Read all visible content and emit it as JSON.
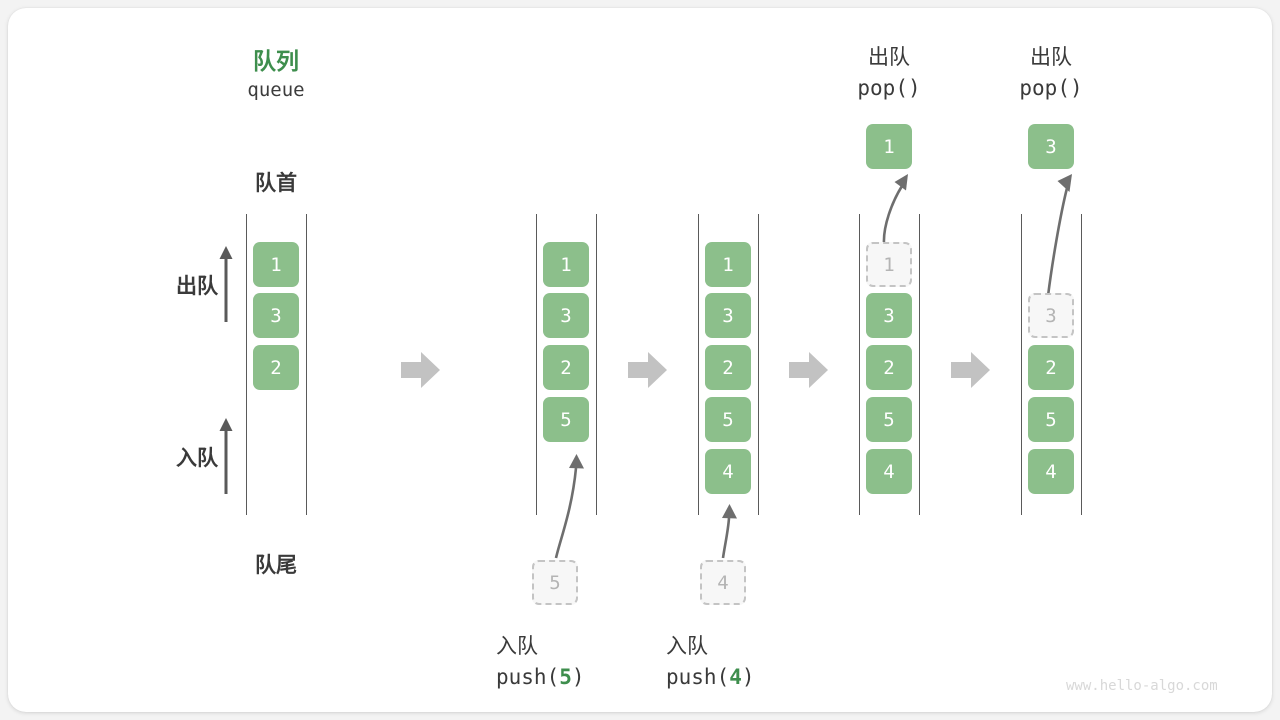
{
  "diagram": {
    "title_cn": "队列",
    "title_en": "queue",
    "head_label": "队首",
    "tail_label": "队尾",
    "dequeue_label": "出队",
    "enqueue_label": "入队",
    "watermark": "www.hello-algo.com",
    "colors": {
      "box_green": "#8cbf8b",
      "title_green": "#3e8e4d",
      "ghost_fill": "#f7f7f7",
      "ghost_border": "#c4c4c4",
      "rail": "#5a5a5a",
      "arrow_gray": "#c2c2c2",
      "curve_arrow": "#6e6e6e",
      "text": "#3a3a3a",
      "watermark": "#d8d8d8",
      "card_bg": "#ffffff",
      "page_bg": "#f3f3f3"
    }
  },
  "columns": [
    {
      "id": "initial",
      "caption_cn": "",
      "caption_code": "",
      "items": [
        {
          "value": "1",
          "state": "filled"
        },
        {
          "value": "3",
          "state": "filled"
        },
        {
          "value": "2",
          "state": "filled"
        }
      ],
      "popped": null,
      "incoming": null
    },
    {
      "id": "push-5",
      "caption_cn": "入队",
      "caption_code_prefix": "push(",
      "caption_code_num": "5",
      "caption_code_suffix": ")",
      "items": [
        {
          "value": "1",
          "state": "filled"
        },
        {
          "value": "3",
          "state": "filled"
        },
        {
          "value": "2",
          "state": "filled"
        },
        {
          "value": "5",
          "state": "filled"
        }
      ],
      "popped": null,
      "incoming": {
        "value": "5",
        "state": "ghost"
      }
    },
    {
      "id": "push-4",
      "caption_cn": "入队",
      "caption_code_prefix": "push(",
      "caption_code_num": "4",
      "caption_code_suffix": ")",
      "items": [
        {
          "value": "1",
          "state": "filled"
        },
        {
          "value": "3",
          "state": "filled"
        },
        {
          "value": "2",
          "state": "filled"
        },
        {
          "value": "5",
          "state": "filled"
        },
        {
          "value": "4",
          "state": "filled"
        }
      ],
      "popped": null,
      "incoming": {
        "value": "4",
        "state": "ghost"
      }
    },
    {
      "id": "pop-1",
      "header_cn": "出队",
      "header_code": "pop()",
      "items": [
        {
          "value": "1",
          "state": "ghost"
        },
        {
          "value": "3",
          "state": "filled"
        },
        {
          "value": "2",
          "state": "filled"
        },
        {
          "value": "5",
          "state": "filled"
        },
        {
          "value": "4",
          "state": "filled"
        }
      ],
      "popped": {
        "value": "1",
        "state": "filled"
      },
      "incoming": null
    },
    {
      "id": "pop-3",
      "header_cn": "出队",
      "header_code": "pop()",
      "items": [
        {
          "value": "",
          "state": "empty"
        },
        {
          "value": "3",
          "state": "ghost"
        },
        {
          "value": "2",
          "state": "filled"
        },
        {
          "value": "5",
          "state": "filled"
        },
        {
          "value": "4",
          "state": "filled"
        }
      ],
      "popped": {
        "value": "3",
        "state": "filled"
      },
      "incoming": null
    }
  ],
  "transition_arrows": [
    {
      "name": "step-arrow-1"
    },
    {
      "name": "step-arrow-2"
    },
    {
      "name": "step-arrow-3"
    },
    {
      "name": "step-arrow-4"
    }
  ]
}
